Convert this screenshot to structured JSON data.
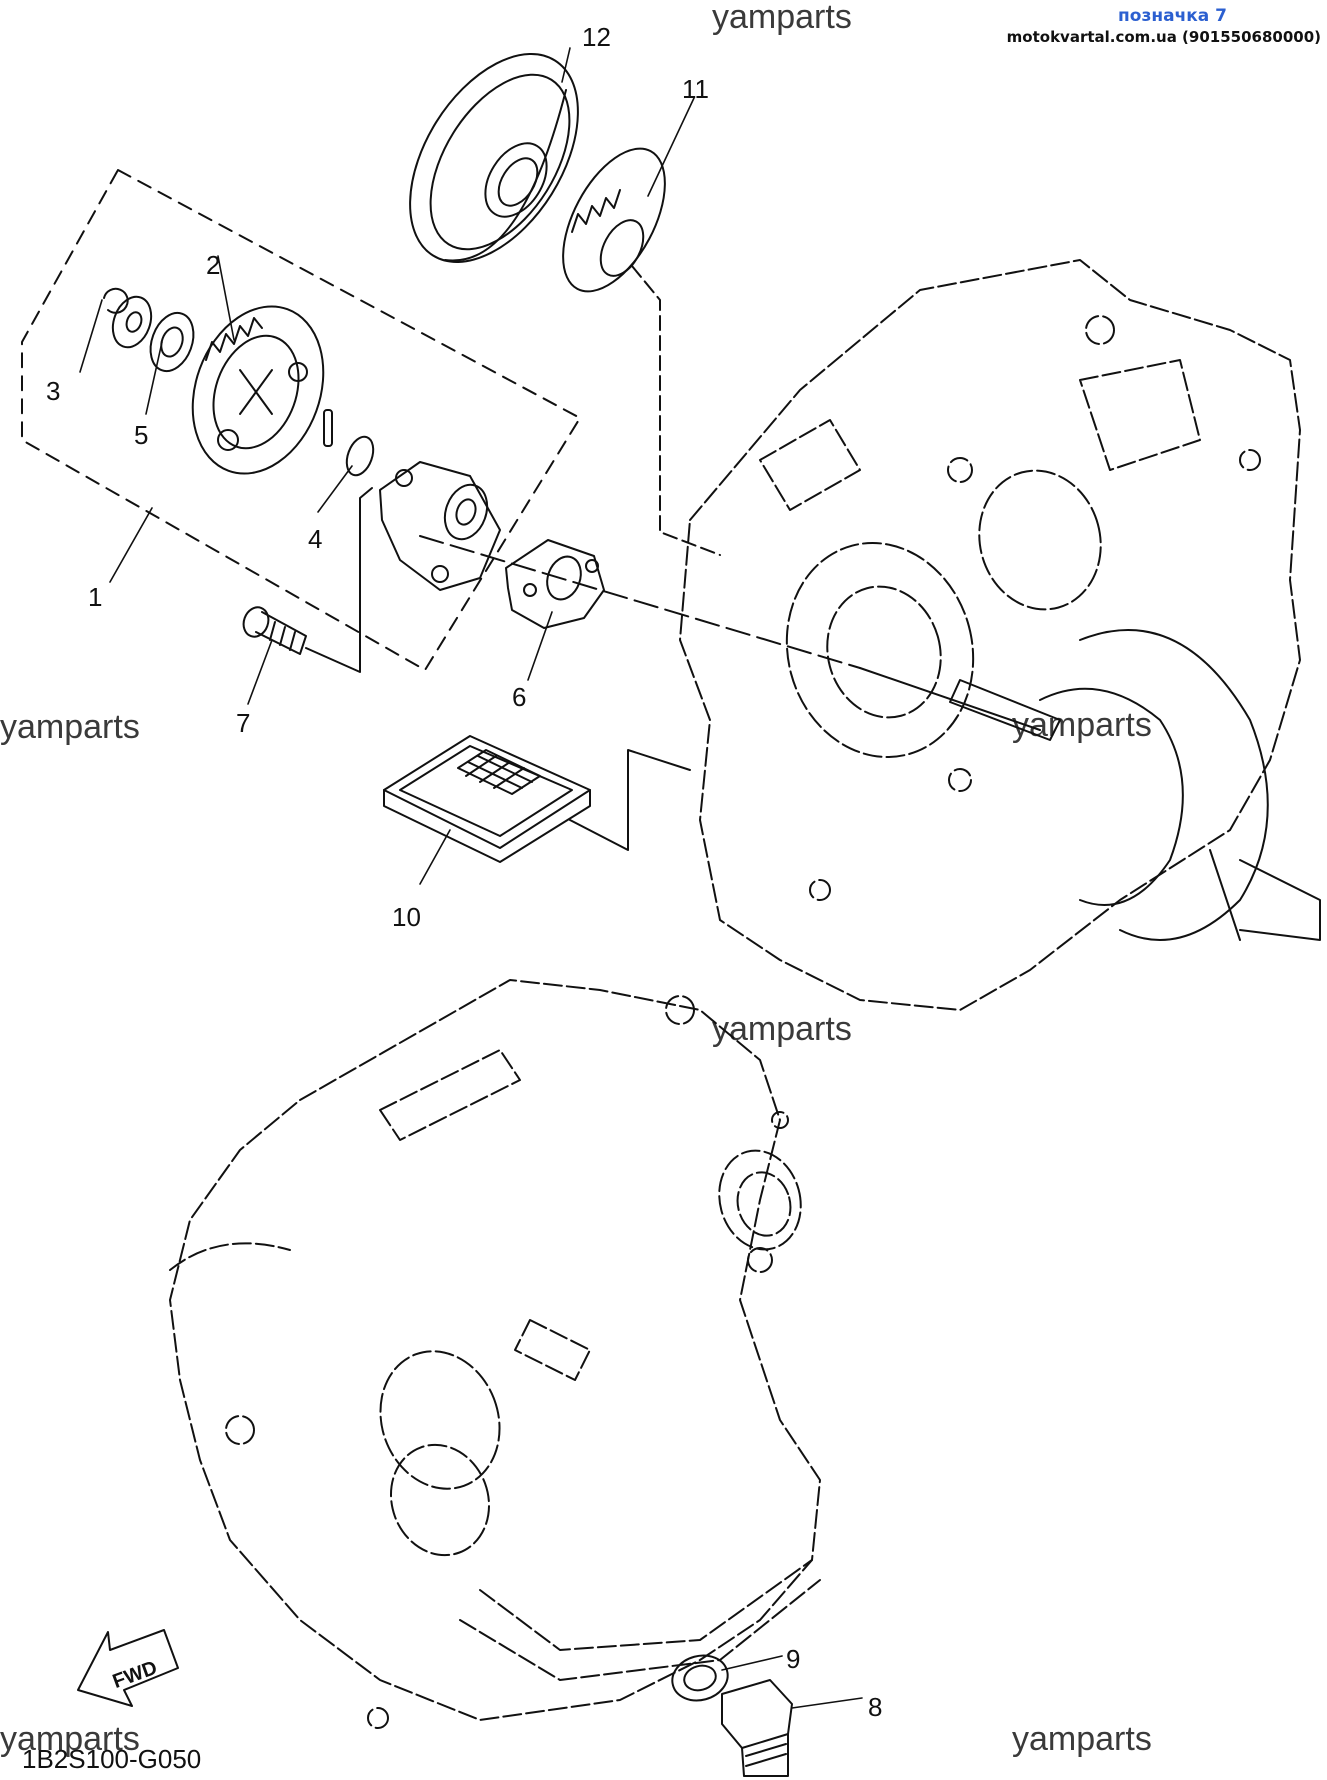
{
  "header": {
    "tag": "позначка 7",
    "source": "motokvartal.com.ua (901550680000)"
  },
  "watermark": "yamparts",
  "diagram_code": "1B2S100-G050",
  "fwd_label": "FWD",
  "callouts": [
    "1",
    "2",
    "3",
    "4",
    "5",
    "6",
    "7",
    "8",
    "9",
    "10",
    "11",
    "12"
  ],
  "colors": {
    "ink": "#111111",
    "header_blue": "#2b5fd0"
  }
}
